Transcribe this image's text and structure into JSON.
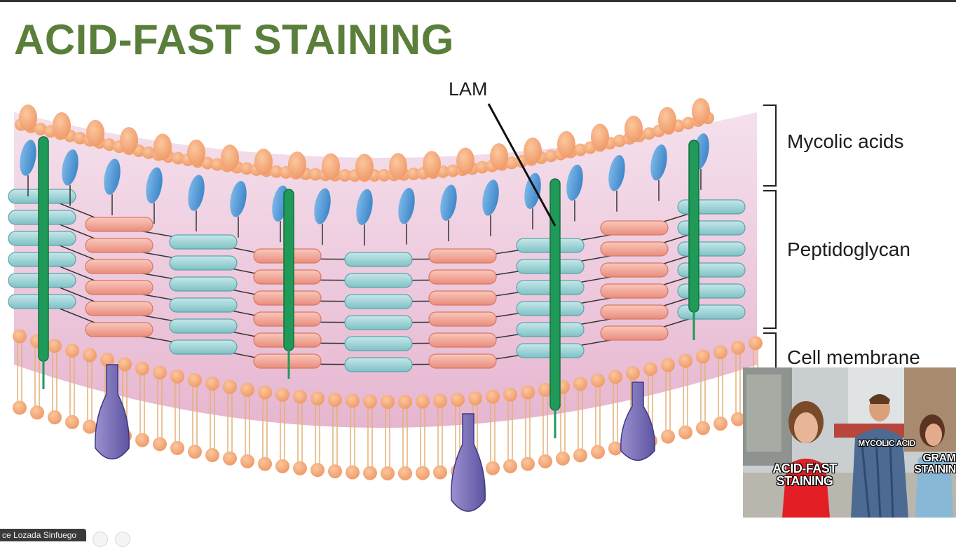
{
  "slide": {
    "title": "ACID-FAST STAINING"
  },
  "diagram": {
    "labels": {
      "lam": "LAM",
      "mycolic_acids": "Mycolic acids",
      "peptidoglycan": "Peptidoglycan",
      "cell_membrane": "Cell membrane"
    },
    "colors": {
      "title": "#5a7f3a",
      "mycolic_head": "#f4a574",
      "glycolipid": "#5b9fd8",
      "lam_rod": "#1f9a58",
      "peptidoglycan_teal": "#9ed3d6",
      "peptidoglycan_salmon": "#f1a89a",
      "membrane_protein": "#7c72b8",
      "cytoplasm_pink": "#e8b9d2"
    }
  },
  "meme": {
    "captions": {
      "woman_left": "ACID-FAST STAINING",
      "man_middle": "MYCOLIC ACID",
      "woman_right": "GRAM STAINING"
    }
  },
  "footer": {
    "presenter_name": "ce Lozada Sinfuego"
  }
}
